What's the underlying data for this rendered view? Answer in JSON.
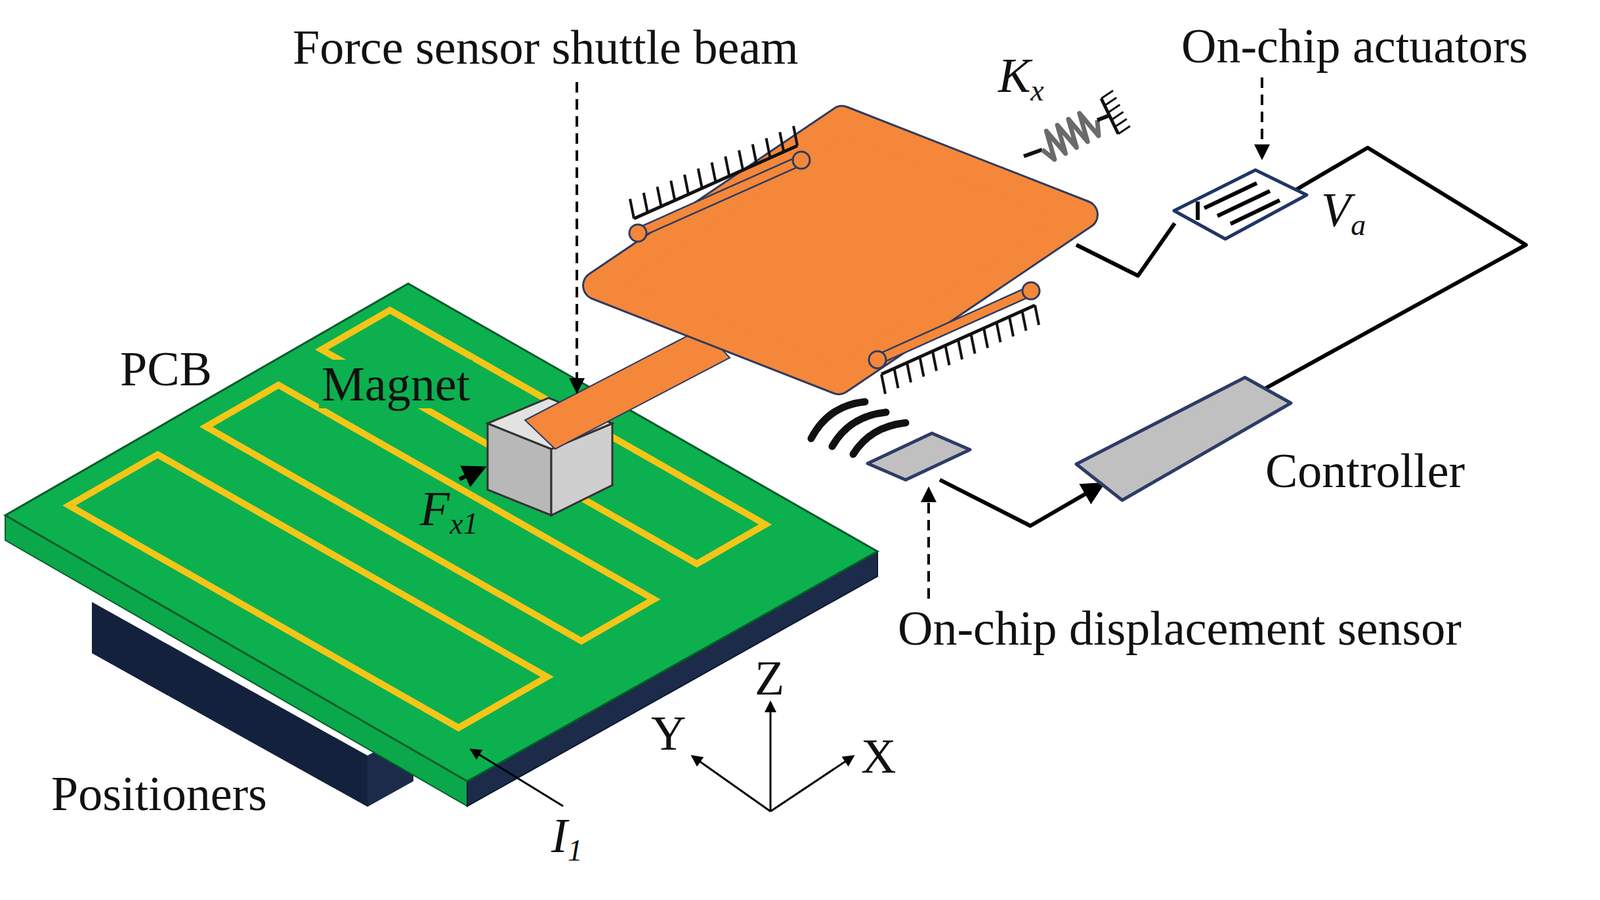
{
  "diagram": {
    "nodes": [
      {
        "text": [
          "Controller"
        ]
      },
      {
        "text": [
          "On-chip displacement sensor"
        ]
      },
      {
        "text": [
          "On-chip actuators",
          "Va"
        ]
      }
    ],
    "edges": [
      {
        "from": 1,
        "to": 0,
        "arrow": "to"
      },
      {
        "from": 0,
        "to": 2,
        "arrow": "none"
      }
    ],
    "labels": [
      "Force sensor shuttle beam",
      "Kx",
      "PCB",
      "Magnet",
      "Fx1",
      "Positioners",
      "I1",
      "Y",
      "Z",
      "X"
    ]
  }
}
